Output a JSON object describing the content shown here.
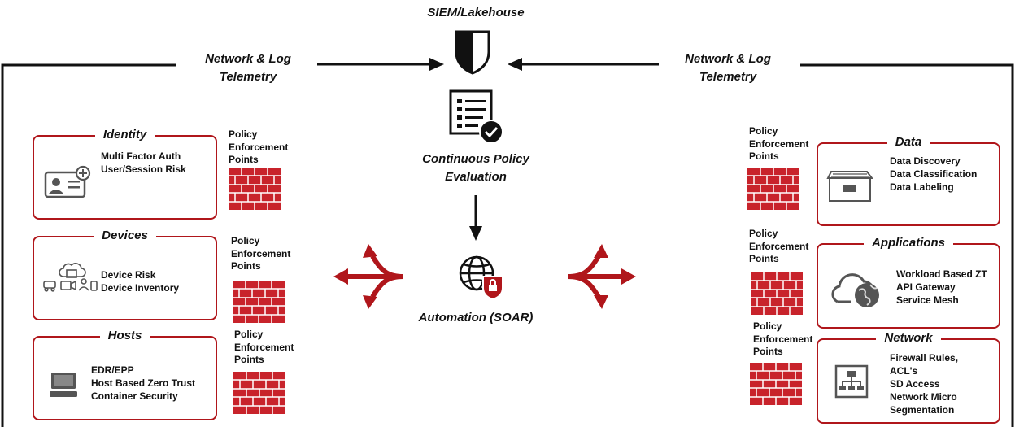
{
  "siem": {
    "label": "SIEM/Lakehouse",
    "icon": "shield-icon"
  },
  "telemetry": {
    "left_label": "Network & Log Telemetry",
    "right_label": "Network & Log Telemetry"
  },
  "policy_eval": {
    "label": "Continuous Policy Evaluation",
    "icon": "checklist-icon"
  },
  "automation": {
    "label": "Automation (SOAR)",
    "icon": "globe-lock-icon"
  },
  "pep_label": "Policy Enforcement Points",
  "left_boxes": [
    {
      "title": "Identity",
      "icon": "user-card-icon",
      "items": [
        "Multi Factor Auth",
        "User/Session Risk"
      ]
    },
    {
      "title": "Devices",
      "icon": "devices-icon",
      "items": [
        "Device Risk",
        "Device Inventory"
      ]
    },
    {
      "title": "Hosts",
      "icon": "computer-icon",
      "items": [
        "EDR/EPP",
        "Host Based Zero Trust",
        "Container Security"
      ]
    }
  ],
  "right_boxes": [
    {
      "title": "Data",
      "icon": "archive-icon",
      "items": [
        "Data Discovery",
        "Data Classification",
        "Data Labeling"
      ]
    },
    {
      "title": "Applications",
      "icon": "cloud-globe-icon",
      "items": [
        "Workload Based ZT",
        "API Gateway",
        "Service Mesh"
      ]
    },
    {
      "title": "Network",
      "icon": "network-topology-icon",
      "items": [
        "Firewall Rules,",
        "ACL's",
        "SD Access",
        "Network Micro",
        "Segmentation"
      ]
    }
  ],
  "colors": {
    "accent": "#b0161b",
    "brick": "#c8232b",
    "line": "#111111"
  }
}
